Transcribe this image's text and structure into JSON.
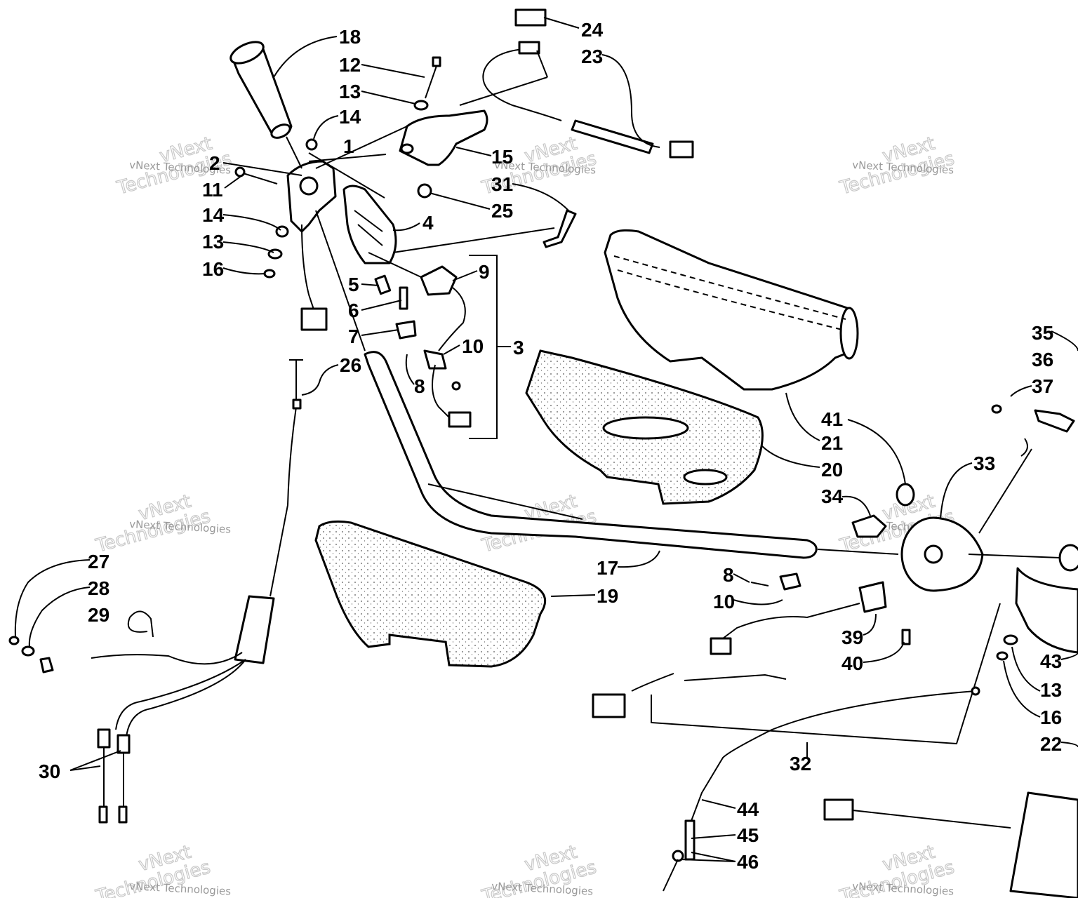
{
  "watermark": {
    "line1": "vNext",
    "line2": "Technologies",
    "small": "vNext Technologies"
  },
  "callouts": [
    {
      "id": "c18",
      "text": "18"
    },
    {
      "id": "c12",
      "text": "12"
    },
    {
      "id": "c13a",
      "text": "13"
    },
    {
      "id": "c14a",
      "text": "14"
    },
    {
      "id": "c1",
      "text": "1"
    },
    {
      "id": "c2",
      "text": "2"
    },
    {
      "id": "c11",
      "text": "11"
    },
    {
      "id": "c14b",
      "text": "14"
    },
    {
      "id": "c13b",
      "text": "13"
    },
    {
      "id": "c16a",
      "text": "16"
    },
    {
      "id": "c24",
      "text": "24"
    },
    {
      "id": "c23",
      "text": "23"
    },
    {
      "id": "c15",
      "text": "15"
    },
    {
      "id": "c31",
      "text": "31"
    },
    {
      "id": "c25",
      "text": "25"
    },
    {
      "id": "c4",
      "text": "4"
    },
    {
      "id": "c9",
      "text": "9"
    },
    {
      "id": "c5",
      "text": "5"
    },
    {
      "id": "c6",
      "text": "6"
    },
    {
      "id": "c7",
      "text": "7"
    },
    {
      "id": "c10a",
      "text": "10"
    },
    {
      "id": "c3",
      "text": "3"
    },
    {
      "id": "c8a",
      "text": "8"
    },
    {
      "id": "c26",
      "text": "26"
    },
    {
      "id": "c35",
      "text": "35"
    },
    {
      "id": "c36",
      "text": "36"
    },
    {
      "id": "c37",
      "text": "37"
    },
    {
      "id": "c41",
      "text": "41"
    },
    {
      "id": "c21",
      "text": "21"
    },
    {
      "id": "c20",
      "text": "20"
    },
    {
      "id": "c33",
      "text": "33"
    },
    {
      "id": "c34",
      "text": "34"
    },
    {
      "id": "c17",
      "text": "17"
    },
    {
      "id": "c8b",
      "text": "8"
    },
    {
      "id": "c10b",
      "text": "10"
    },
    {
      "id": "c19",
      "text": "19"
    },
    {
      "id": "c27",
      "text": "27"
    },
    {
      "id": "c28",
      "text": "28"
    },
    {
      "id": "c29",
      "text": "29"
    },
    {
      "id": "c39",
      "text": "39"
    },
    {
      "id": "c40",
      "text": "40"
    },
    {
      "id": "c43",
      "text": "43"
    },
    {
      "id": "c13c",
      "text": "13"
    },
    {
      "id": "c16b",
      "text": "16"
    },
    {
      "id": "c22",
      "text": "22"
    },
    {
      "id": "c30",
      "text": "30"
    },
    {
      "id": "c32",
      "text": "32"
    },
    {
      "id": "c44",
      "text": "44"
    },
    {
      "id": "c45",
      "text": "45"
    },
    {
      "id": "c46",
      "text": "46"
    }
  ]
}
